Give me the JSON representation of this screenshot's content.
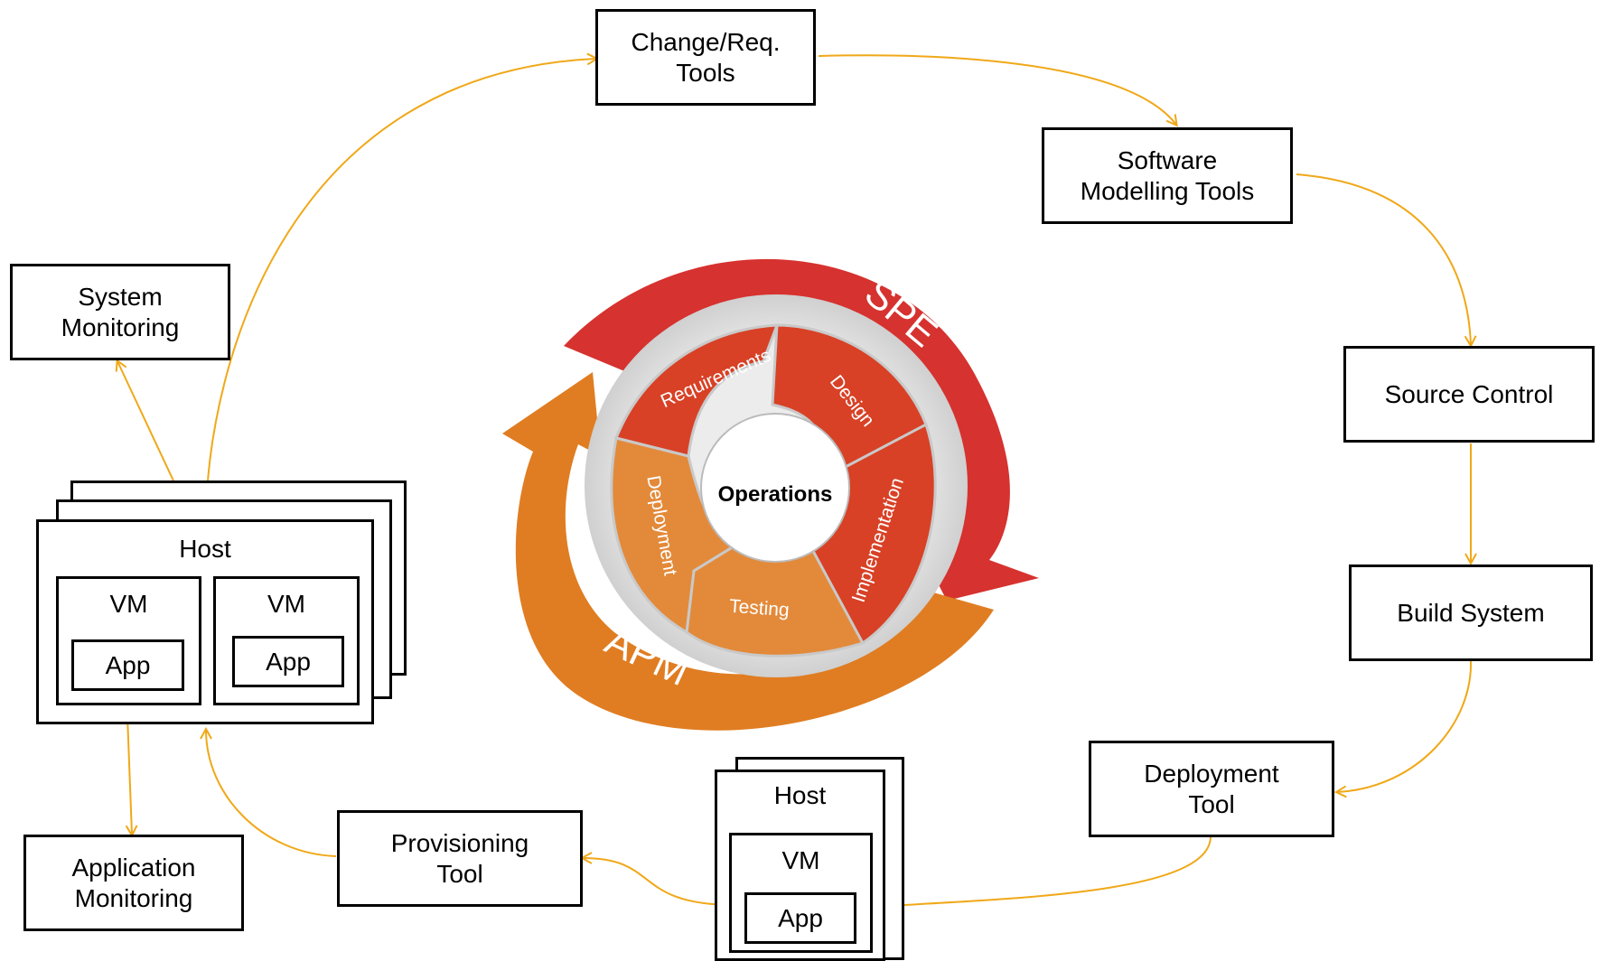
{
  "colors": {
    "arrow": "#F0A818",
    "spe_red": "#D6322F",
    "apm_orange": "#E07D22",
    "segment_red": "#D84126",
    "segment_orange": "#E38A3A",
    "box_border": "#000000"
  },
  "tools": {
    "change_req": "Change/Req.\nTools",
    "software_modelling": "Software\nModelling Tools",
    "source_control": "Source Control",
    "build_system": "Build System",
    "deployment_tool": "Deployment\nTool",
    "provisioning_tool": "Provisioning\nTool",
    "system_monitoring": "System\nMonitoring",
    "application_monitoring": "Application\nMonitoring"
  },
  "left_host": {
    "host": "Host",
    "vm1": "VM",
    "vm2": "VM",
    "app1": "App",
    "app2": "App"
  },
  "bottom_host": {
    "host": "Host",
    "vm": "VM",
    "app": "App"
  },
  "cycle": {
    "outer_top": "SPE",
    "outer_bottom": "APM",
    "center": "Operations",
    "segments": [
      "Requirements",
      "Design",
      "Implementation",
      "Testing",
      "Deployment"
    ]
  }
}
